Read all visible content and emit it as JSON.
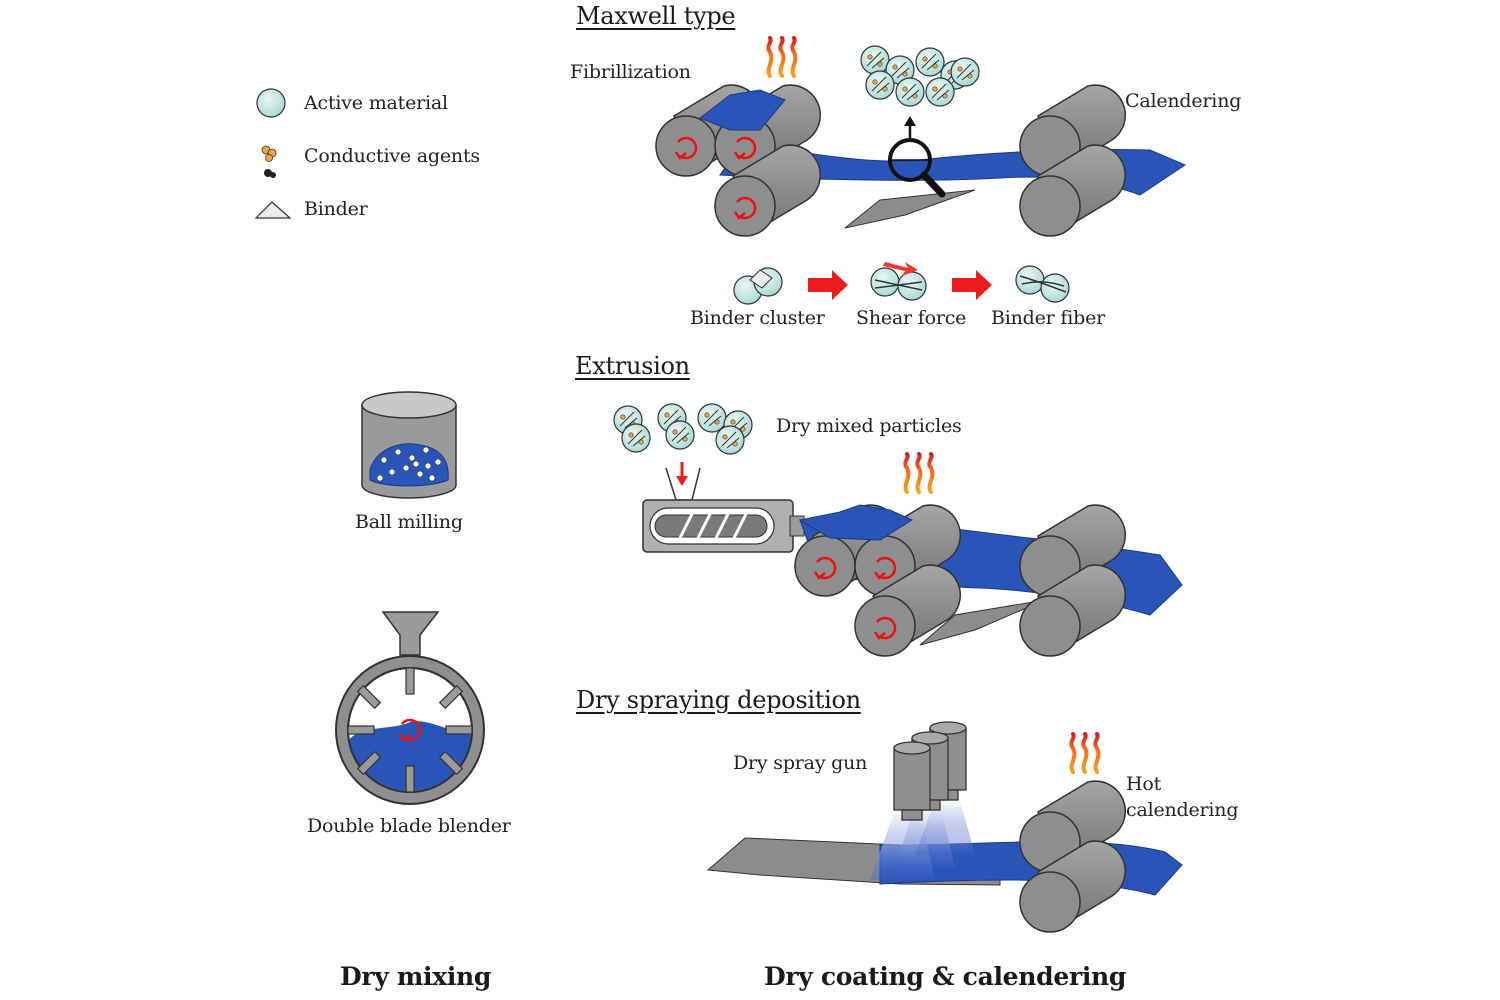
{
  "legend": {
    "items": [
      {
        "label": "Active material",
        "icon": "sphere-icon",
        "color": "#bfe6e2"
      },
      {
        "label": "Conductive agents",
        "icon": "particle-cluster-icon",
        "color": "#f2a640"
      },
      {
        "label": "Binder",
        "icon": "triangle-icon",
        "color": "#e8e8e8"
      }
    ]
  },
  "dry_mixing": {
    "title": "Dry mixing",
    "ball_milling_label": "Ball milling",
    "blender_label": "Double blade blender"
  },
  "dry_coating": {
    "title": "Dry coating & calendering",
    "maxwell": {
      "title": "Maxwell type",
      "fibrillization_label": "Fibrillization",
      "calendering_label": "Calendering",
      "steps": [
        "Binder cluster",
        "Shear force",
        "Binder fiber"
      ]
    },
    "extrusion": {
      "title": "Extrusion",
      "particles_label": "Dry mixed particles"
    },
    "spraying": {
      "title": "Dry spraying deposition",
      "gun_label": "Dry spray gun",
      "hot_calendering_line1": "Hot",
      "hot_calendering_line2": "calendering"
    }
  },
  "colors": {
    "film_blue": "#2a55b8",
    "roller_gray": "#8f8f8f",
    "arrow_red": "#ee1c1c",
    "sphere_teal": "#bfe6e2",
    "heat_orange": "#f59a1e"
  }
}
